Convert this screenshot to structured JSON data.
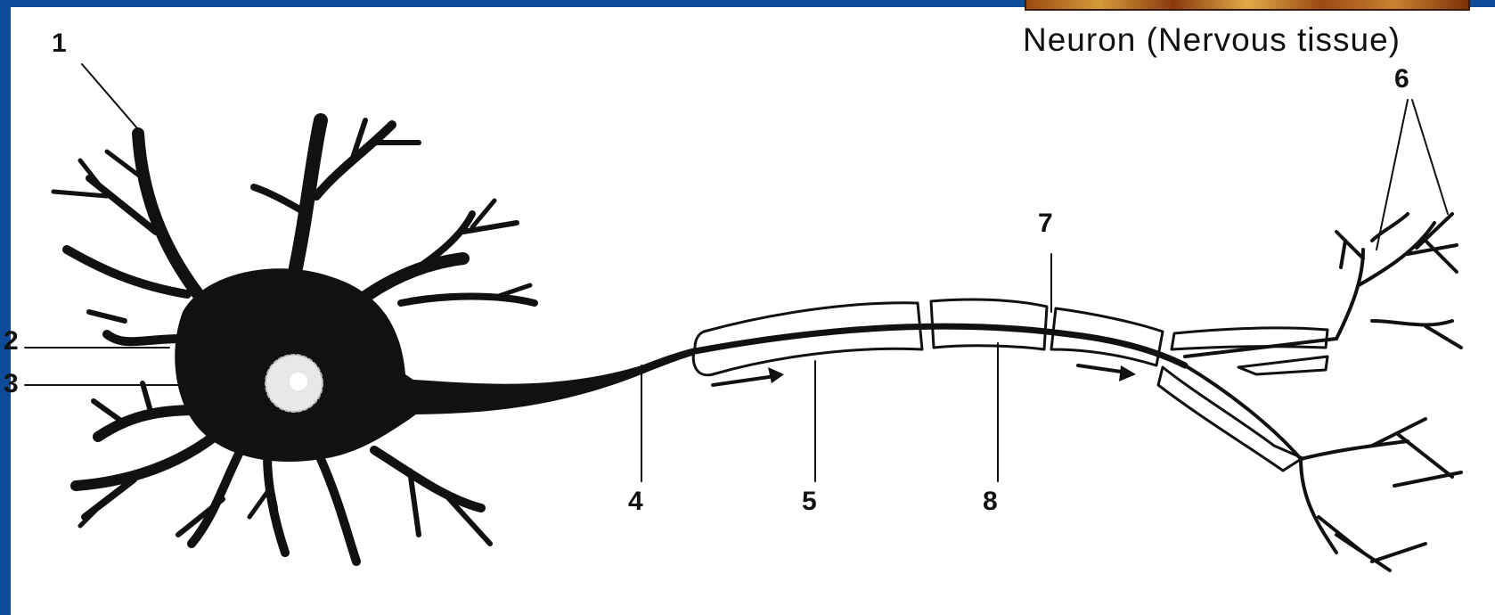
{
  "caption": "Neuron (Nervous tissue)",
  "labels": {
    "l1": "1",
    "l2": "2",
    "l3": "3",
    "l4": "4",
    "l5": "5",
    "l6": "6",
    "l7": "7",
    "l8": "8"
  },
  "colors": {
    "slide_blue": "#0d4a97",
    "canvas": "#ffffff",
    "ink": "#111111"
  }
}
